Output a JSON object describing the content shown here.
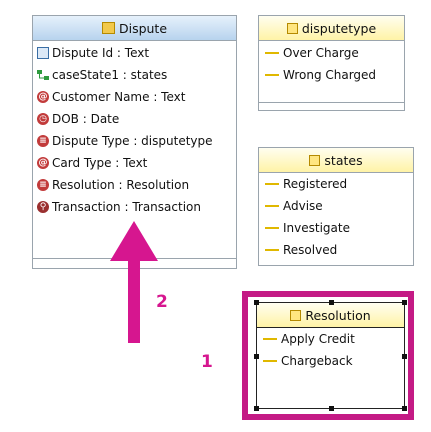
{
  "colors": {
    "highlight": "#c41a85",
    "arrow": "#d6168f",
    "header_blue": "#b7d3ee",
    "header_yellow": "#fff3a6"
  },
  "dispute": {
    "title": "Dispute",
    "icon": "class-icon",
    "attributes": [
      {
        "icon": "id-icon",
        "text": "Dispute Id : Text"
      },
      {
        "icon": "state-icon",
        "text": "caseState1 : states"
      },
      {
        "icon": "at-icon",
        "text": "Customer Name : Text"
      },
      {
        "icon": "clock-icon",
        "text": "DOB : Date"
      },
      {
        "icon": "enum-icon",
        "text": "Dispute Type : disputetype"
      },
      {
        "icon": "at-icon",
        "text": "Card Type : Text"
      },
      {
        "icon": "enum-icon",
        "text": "Resolution : Resolution"
      },
      {
        "icon": "reference-icon",
        "text": "Transaction : Transaction"
      }
    ]
  },
  "disputetype": {
    "title": "disputetype",
    "icon": "enum-icon",
    "literals": [
      "Over Charge",
      "Wrong Charged"
    ]
  },
  "states": {
    "title": "states",
    "icon": "enum-icon",
    "literals": [
      "Registered",
      "Advise",
      "Investigate",
      "Resolved"
    ]
  },
  "resolution": {
    "title": "Resolution",
    "icon": "enum-icon",
    "literals": [
      "Apply Credit",
      "Chargeback"
    ]
  },
  "annotations": {
    "step1": "1",
    "step2": "2"
  }
}
